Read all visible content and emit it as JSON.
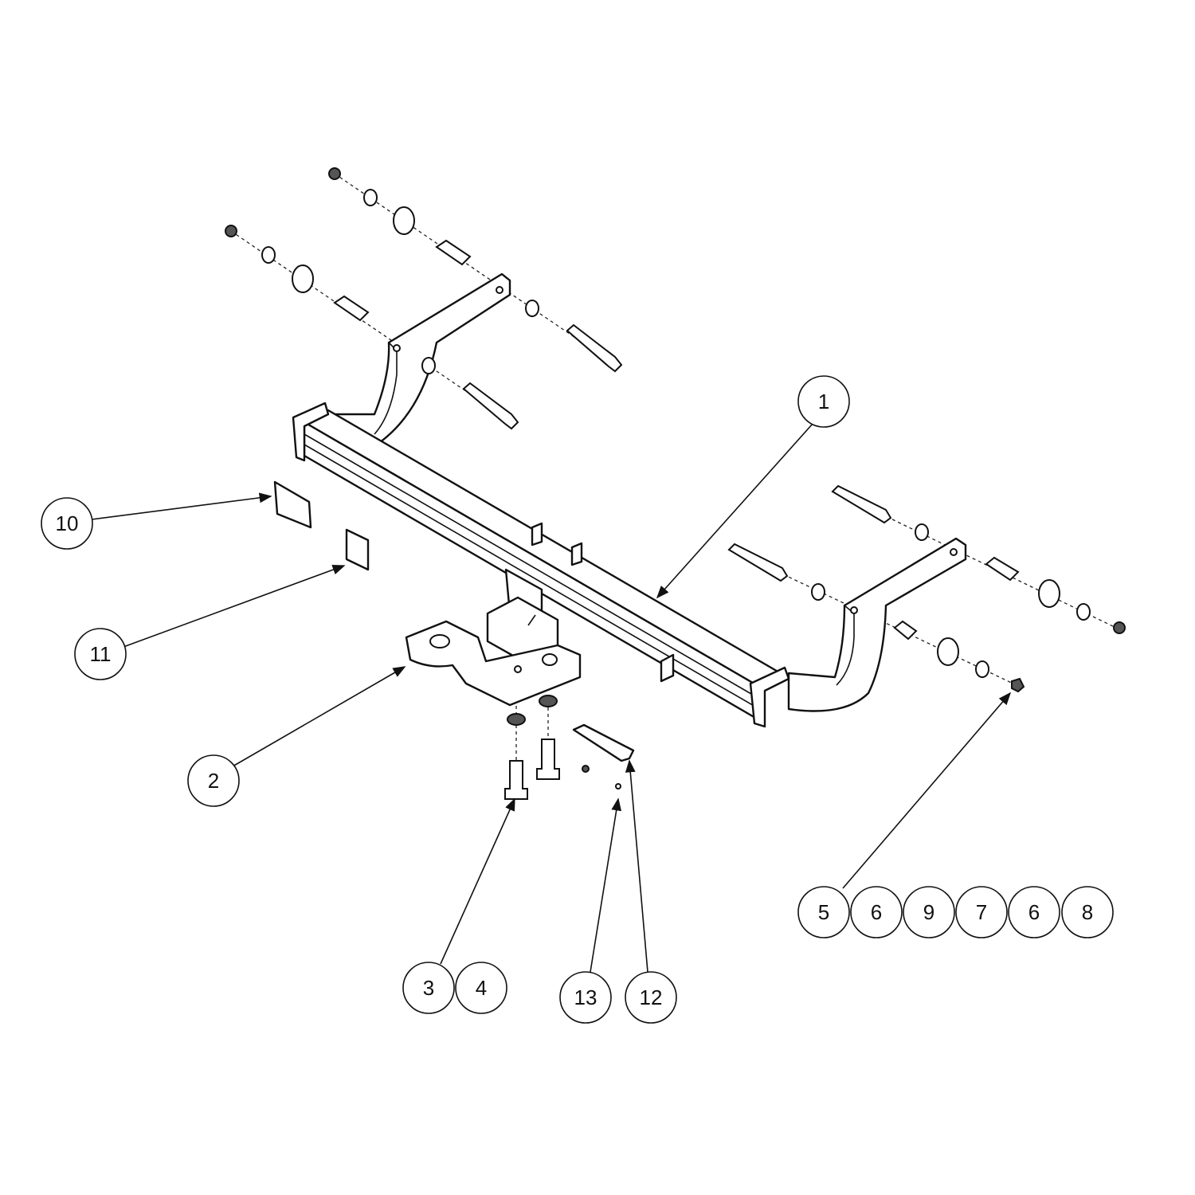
{
  "callouts": {
    "c1": "1",
    "c2": "2",
    "c3": "3",
    "c4": "4",
    "c5": "5",
    "c6a": "6",
    "c9": "9",
    "c7": "7",
    "c6b": "6",
    "c8": "8",
    "c10": "10",
    "c11": "11",
    "c12": "12",
    "c13": "13"
  }
}
